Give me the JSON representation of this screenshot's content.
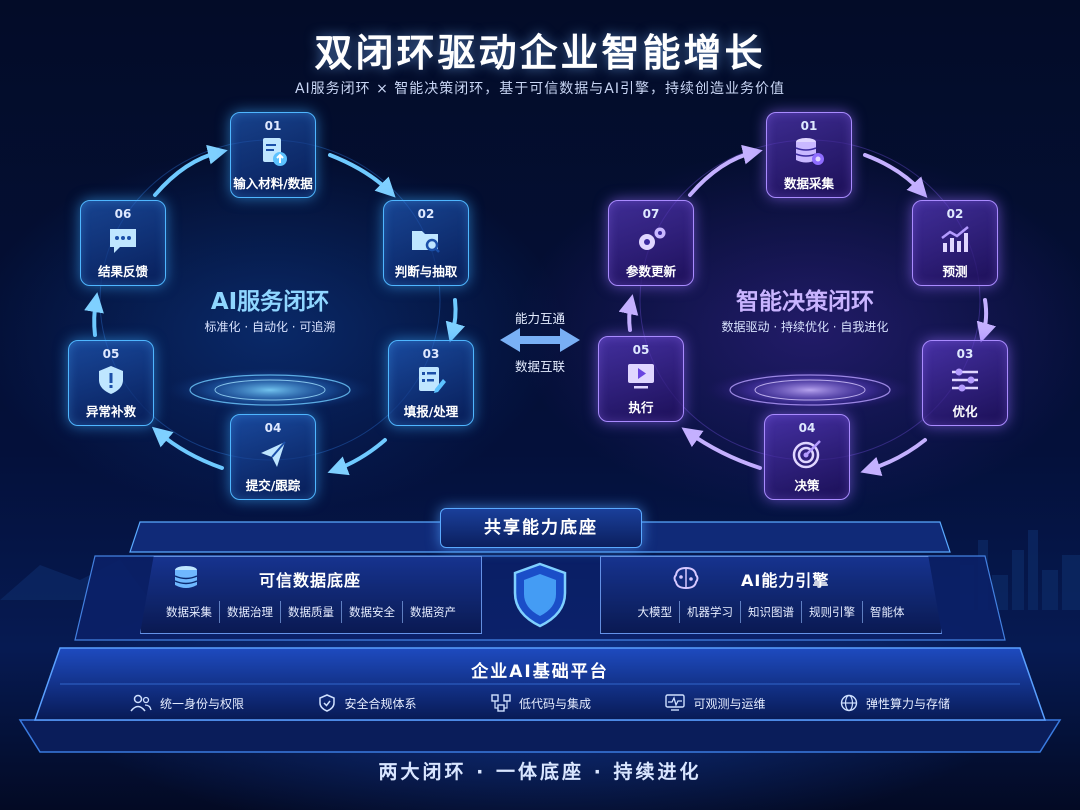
{
  "title": "双闭环驱动企业智能增长",
  "subtitle": "AI服务闭环 × 智能决策闭环，基于可信数据与AI引擎，持续创造业务价值",
  "left_loop": {
    "title": "AI服务闭环",
    "tagline": "标准化 · 自动化 · 可追溯",
    "nodes": [
      {
        "num": "01",
        "label": "输入材料/数据",
        "icon": "document-upload-icon"
      },
      {
        "num": "02",
        "label": "判断与抽取",
        "icon": "folder-search-icon"
      },
      {
        "num": "03",
        "label": "填报/处理",
        "icon": "form-edit-icon"
      },
      {
        "num": "04",
        "label": "提交/跟踪",
        "icon": "send-icon"
      },
      {
        "num": "05",
        "label": "异常补救",
        "icon": "shield-alert-icon"
      },
      {
        "num": "06",
        "label": "结果反馈",
        "icon": "chat-icon"
      }
    ]
  },
  "right_loop": {
    "title": "智能决策闭环",
    "tagline": "数据驱动 · 持续优化 · 自我进化",
    "nodes": [
      {
        "num": "01",
        "label": "数据采集",
        "icon": "database-gear-icon"
      },
      {
        "num": "02",
        "label": "预测",
        "icon": "chart-trend-icon"
      },
      {
        "num": "03",
        "label": "优化",
        "icon": "sliders-icon"
      },
      {
        "num": "04",
        "label": "决策",
        "icon": "target-icon"
      },
      {
        "num": "05",
        "label": "执行",
        "icon": "play-screen-icon"
      },
      {
        "num": "07",
        "label": "参数更新",
        "icon": "gears-icon"
      }
    ]
  },
  "bridge": {
    "top": "能力互通",
    "bottom": "数据互联"
  },
  "shared_base": "共享能力底座",
  "trusted_data": {
    "title": "可信数据底座",
    "items": [
      "数据采集",
      "数据治理",
      "数据质量",
      "数据安全",
      "数据资产"
    ]
  },
  "ai_engine": {
    "title": "AI能力引擎",
    "items": [
      "大模型",
      "机器学习",
      "知识图谱",
      "规则引擎",
      "智能体"
    ]
  },
  "platform": {
    "title": "企业AI基础平台",
    "features": [
      {
        "label": "统一身份与权限",
        "icon": "users-icon"
      },
      {
        "label": "安全合规体系",
        "icon": "shield-check-icon"
      },
      {
        "label": "低代码与集成",
        "icon": "flow-blocks-icon"
      },
      {
        "label": "可观测与运维",
        "icon": "monitor-pulse-icon"
      },
      {
        "label": "弹性算力与存储",
        "icon": "globe-icon"
      }
    ]
  },
  "footer": "两大闭环 · 一体底座 · 持续进化",
  "colors": {
    "blue_accent": "#4fb6ff",
    "purple_accent": "#a98bff",
    "background": "#020b24"
  }
}
